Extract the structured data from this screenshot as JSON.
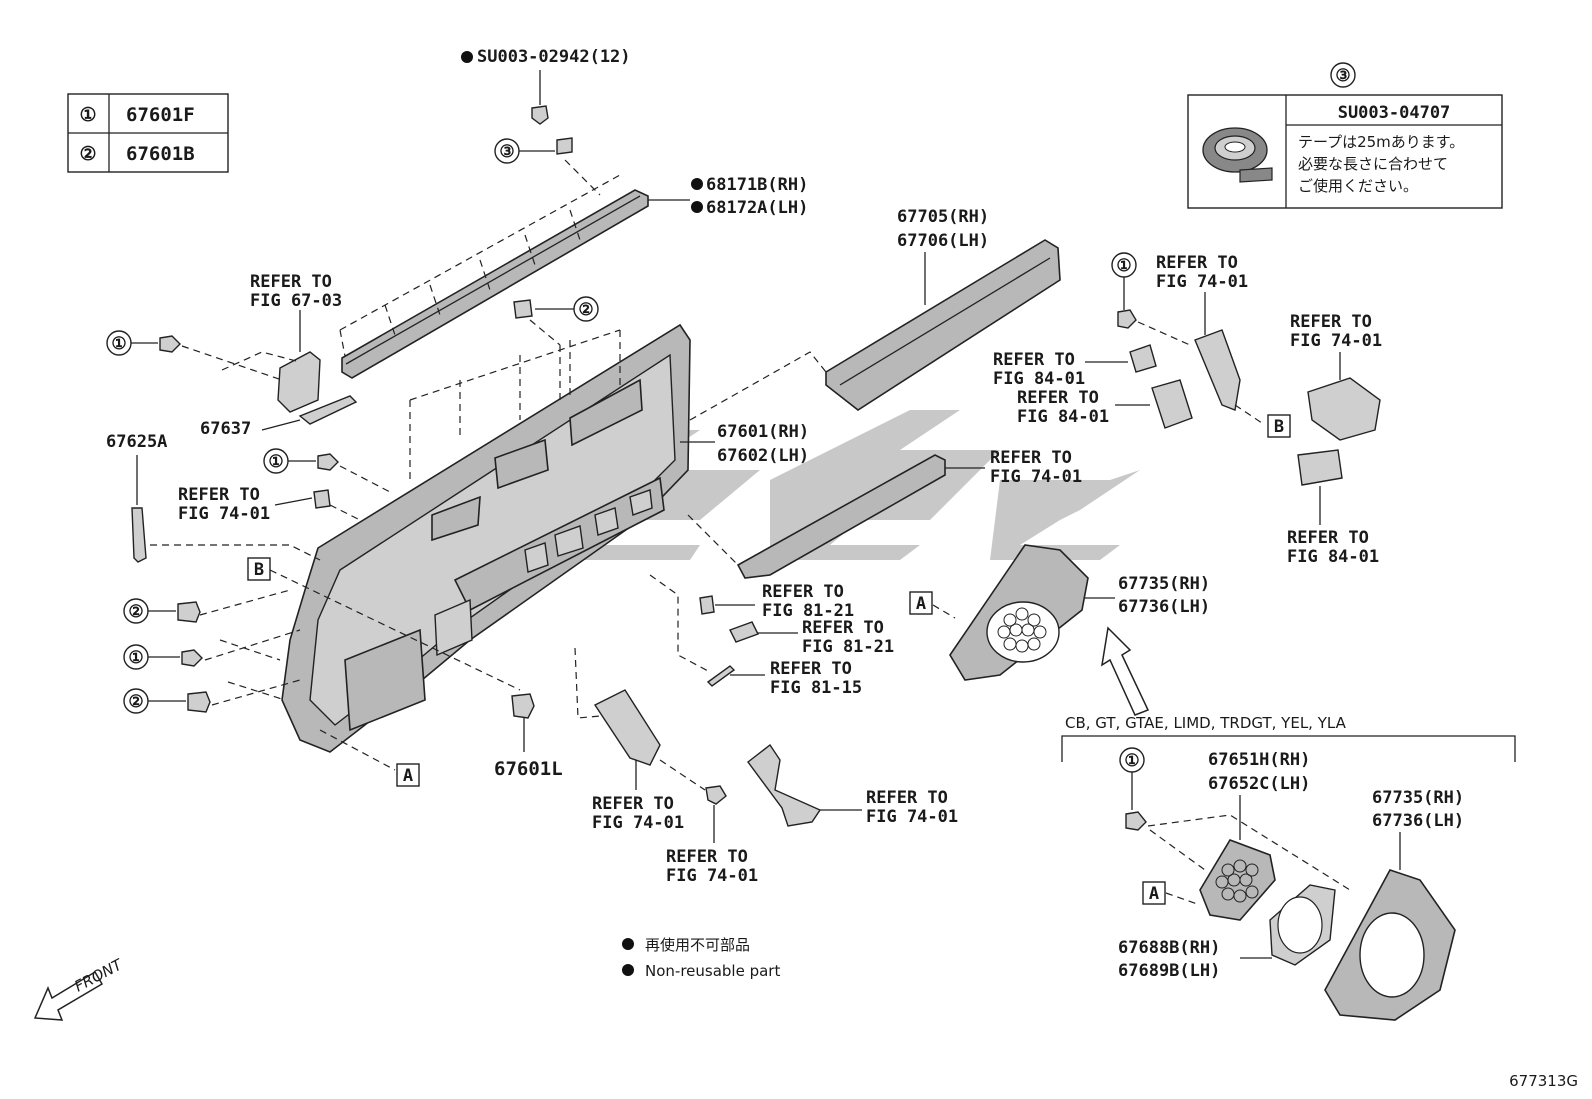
{
  "diagram_code": "677313G",
  "table": [
    {
      "marker": "①",
      "part": "67601F"
    },
    {
      "marker": "②",
      "part": "67601B"
    }
  ],
  "tape_box": {
    "marker": "③",
    "part": "SU003-04707",
    "note_lines": [
      "テープは25mあります。",
      "必要な長さに合わせて",
      "ご使用ください。"
    ]
  },
  "labels": {
    "su003_02942": "SU003-02942(12)",
    "p68171": "68171B(RH)",
    "p68172": "68172A(LH)",
    "p67705": "67705(RH)",
    "p67706": "67706(LH)",
    "p67601rh": "67601(RH)",
    "p67602lh": "67602(LH)",
    "p67637": "67637",
    "p67625a": "67625A",
    "p67601l": "67601L",
    "p67735a": "67735(RH)",
    "p67736a": "67736(LH)",
    "p67735b": "67735(RH)",
    "p67736b": "67736(LH)",
    "p67651": "67651H(RH)",
    "p67652": "67652C(LH)",
    "p67688": "67688B(RH)",
    "p67689": "67689B(LH)",
    "refer_to": "REFER TO",
    "fig_67_03": "FIG 67-03",
    "fig_74_01": "FIG 74-01",
    "fig_84_01": "FIG 84-01",
    "fig_81_21": "FIG 81-21",
    "fig_81_15": "FIG 81-15",
    "grades": "CB, GT, GTAE, LIMD, TRDGT, YEL, YLA",
    "legend_jp": "再使用不可部品",
    "legend_en": "Non-reusable part",
    "front": "FRONT",
    "mark_a": "A",
    "mark_b": "B",
    "circ1": "①",
    "circ2": "②",
    "circ3": "③"
  }
}
